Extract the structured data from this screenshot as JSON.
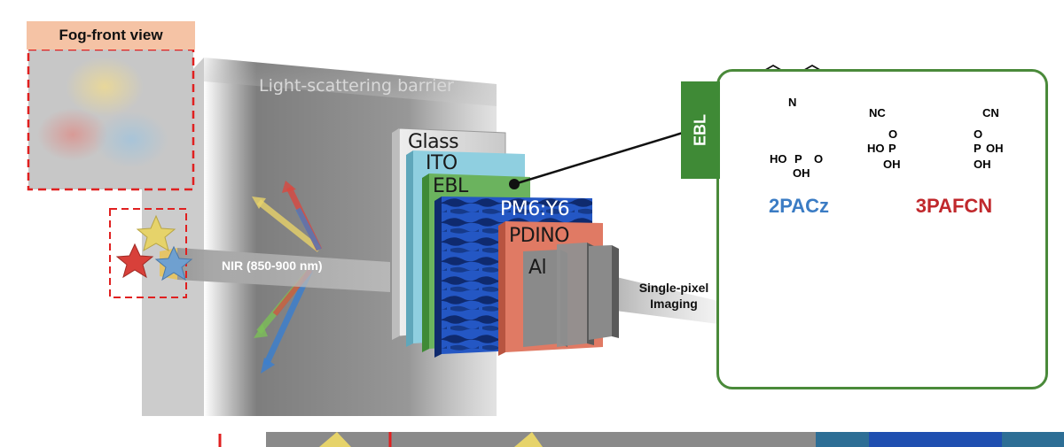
{
  "fog_view": {
    "label": "Fog-front view"
  },
  "barrier": {
    "label": "Light-scattering barrier"
  },
  "beam": {
    "label": "NIR (850-900 nm)"
  },
  "device_layers": [
    {
      "name": "Glass",
      "color": "#d9d9d9"
    },
    {
      "name": "ITO",
      "color": "#7fc4d6"
    },
    {
      "name": "EBL",
      "color": "#5aa74e"
    },
    {
      "name": "PM6:Y6",
      "color": "#1f4fb0"
    },
    {
      "name": "PDINO",
      "color": "#e07a64"
    },
    {
      "name": "Al",
      "color": "#8a8a8a"
    }
  ],
  "imaging": {
    "label_line1": "Single-pixel",
    "label_line2": "Imaging"
  },
  "ebl_panel": {
    "tag": "EBL",
    "molecules": [
      {
        "name": "2PACz",
        "color": "#3b7cc4",
        "bar_color": "#3b7cc4"
      },
      {
        "name": "3PAFCN",
        "color": "#c0282c",
        "bar_color": "#c0282c"
      }
    ],
    "chem_labels": {
      "n_atom": "N",
      "ho_p": "HO",
      "p": "P",
      "o": "O",
      "oh": "OH",
      "nc": "NC",
      "cn": "CN"
    }
  },
  "colors": {
    "panel_border": "#4a8a3a",
    "ebl_tag": "#3f8a36",
    "fog_label_bg": "#f5c3a5",
    "dash_red": "#e02020"
  }
}
